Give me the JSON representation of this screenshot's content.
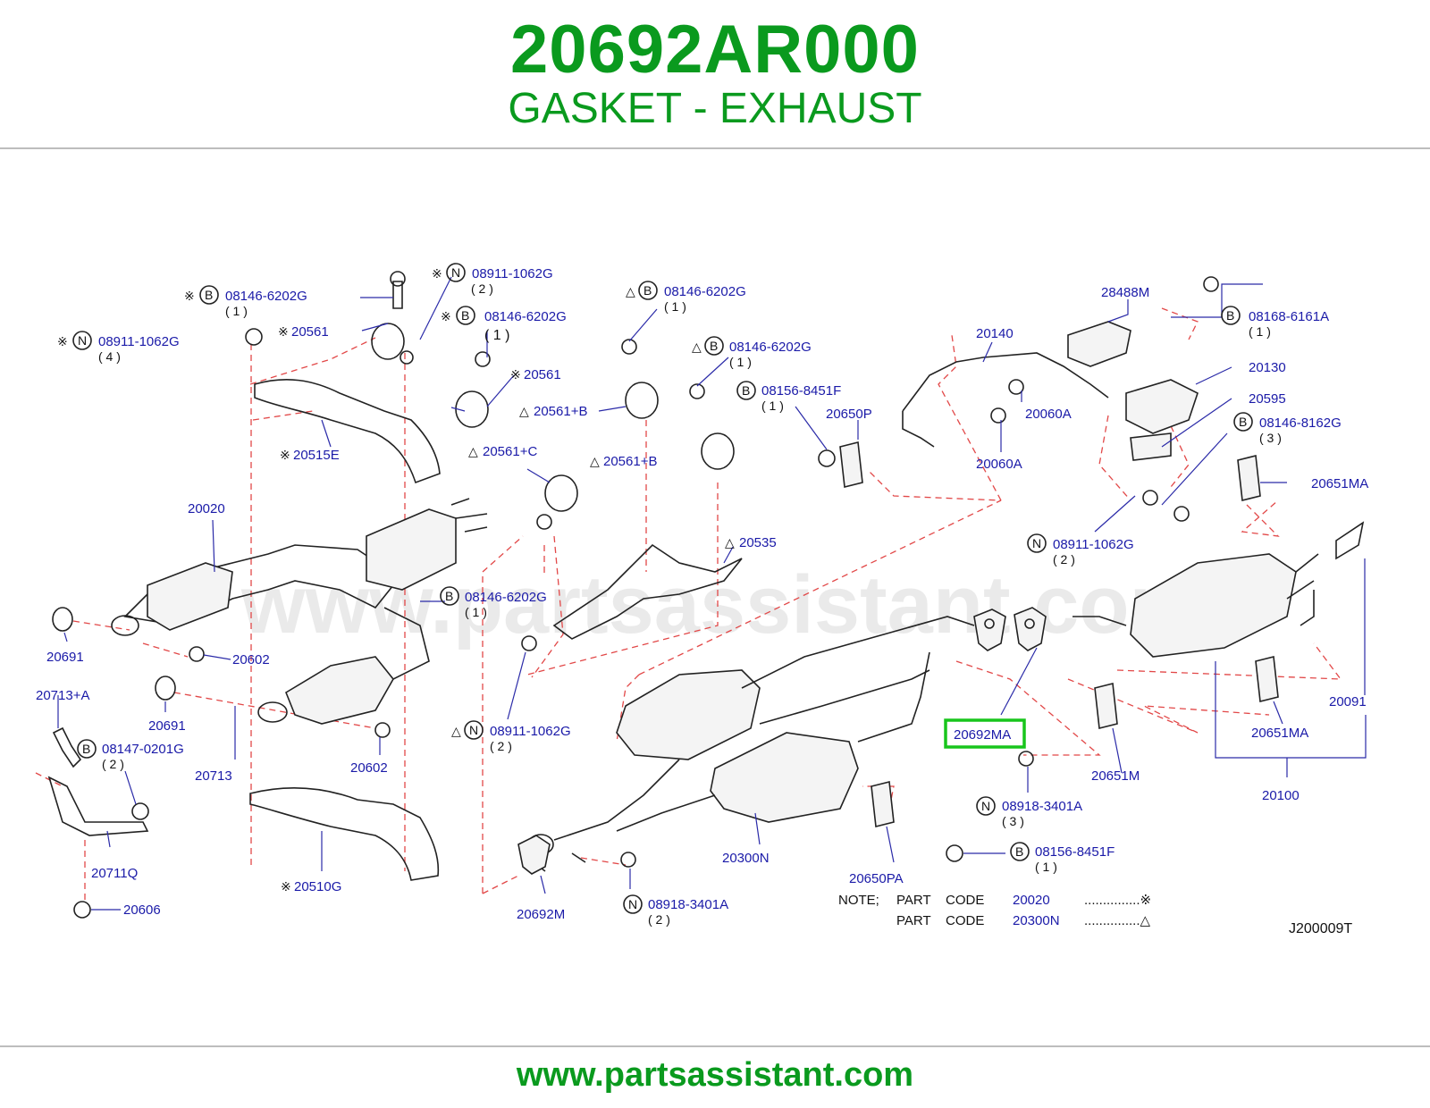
{
  "header": {
    "part_number": "20692AR000",
    "part_name": "GASKET - EXHAUST"
  },
  "footer": {
    "url": "www.partsassistant.com"
  },
  "watermark": "www.partsassistant.com",
  "highlight": {
    "label": "20692MA",
    "color": "#18c51c"
  },
  "diagram_code": "J200009T",
  "labels": {
    "l1": "08146-6202G",
    "l2": "08911-1062G",
    "l3": "08146-6202G",
    "l4": "08911-1062G",
    "l5": "20561",
    "l6": "20561",
    "l7": "20561+B",
    "l8": "20515E",
    "l9": "20020",
    "l10": "20561+C",
    "l11": "08146-6202G",
    "l12": "20561+B",
    "l13": "08146-6202G",
    "l14": "08146-6202G",
    "l15": "20535",
    "l16": "08156-8451F",
    "l17": "20650P",
    "l18": "20140",
    "l19": "28488M",
    "l20": "08168-6161A",
    "l21": "20130",
    "l22": "20595",
    "l23": "08146-8162G",
    "l24": "20060A",
    "l25": "20060A",
    "l26": "20651MA",
    "l27": "08911-1062G",
    "l28": "20691",
    "l29": "20602",
    "l30": "20691",
    "l31": "20713+A",
    "l32": "08147-0201G",
    "l33": "20713",
    "l34": "20602",
    "l35": "08911-1062G",
    "l36": "20711Q",
    "l37": "20606",
    "l38": "20510G",
    "l39": "20692M",
    "l40": "08918-3401A",
    "l41": "20300N",
    "l42": "20650PA",
    "l43": "08918-3401A",
    "l44": "08156-8451F",
    "l45": "20651M",
    "l46": "20651MA",
    "l47": "20091",
    "l48": "20100"
  },
  "qty": {
    "q1": "( 1 )",
    "q2": "( 2 )",
    "q3": "( 1 )",
    "q4": "( 4 )",
    "q11": "( 1 )",
    "q13": "( 1 )",
    "q14": "( 1 )",
    "q16": "( 1 )",
    "q20": "( 1 )",
    "q23": "( 3 )",
    "q27": "( 2 )",
    "q32": "( 2 )",
    "q35": "( 2 )",
    "q40": "( 2 )",
    "q43": "( 3 )",
    "q44": "( 1 )"
  },
  "prefixes": {
    "B": "B",
    "N": "N",
    "note_mark": "※",
    "triangle": "△"
  },
  "note": {
    "label": "NOTE;",
    "row1": {
      "part": "PART",
      "code": "CODE",
      "value": "20020",
      "dots": "...............※"
    },
    "row2": {
      "part": "PART",
      "code": "CODE",
      "value": "20300N",
      "dots": "...............△"
    }
  }
}
